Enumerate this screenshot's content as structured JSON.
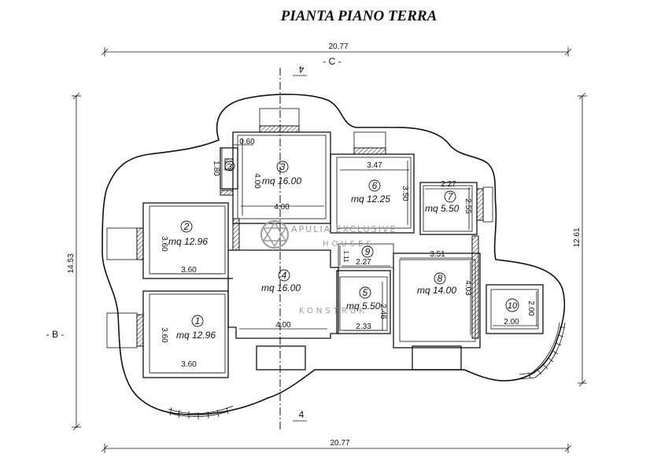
{
  "title": "PIANTA PIANO TERRA",
  "axis_labels": {
    "section_c": "- C -",
    "section_b": "- B -"
  },
  "overall_dimensions": {
    "top_width": "20.77",
    "bottom_width": "20.77",
    "left_height": "14.53",
    "right_height": "12.61"
  },
  "rooms": [
    {
      "number": "1",
      "area": "mq 12.96",
      "width": "3.60",
      "depth": "3.60"
    },
    {
      "number": "2",
      "area": "mq 12.96",
      "width": "3.60",
      "depth": "3.60"
    },
    {
      "number": "3",
      "area": "mq 16.00",
      "width": "4.00",
      "depth": "4.00"
    },
    {
      "number": "3",
      "width": "0.60",
      "depth": "1.80"
    },
    {
      "number": "4",
      "area": "mq 16.00",
      "width": "4.00"
    },
    {
      "number": "5",
      "area": "mq 5.50",
      "width": "2.33",
      "depth": "2.46"
    },
    {
      "number": "6",
      "area": "mq 12.25",
      "width": "3.47",
      "depth": "3.50"
    },
    {
      "number": "7",
      "area": "mq 5.50",
      "width": "2.27",
      "depth": "2.55"
    },
    {
      "number": "8",
      "area": "mq 14.00",
      "width": "3.51",
      "depth": "4.03"
    },
    {
      "number": "9",
      "width": "2.27",
      "depth": "1.11"
    },
    {
      "number": "10",
      "width": "2.00",
      "depth": "2.00"
    }
  ],
  "watermark": {
    "line1": "APULIA EXCLUSIVE",
    "line2": "HOUSES",
    "line3": "KONSTRUK"
  },
  "section_markers": {
    "top": "4",
    "bottom": "4"
  }
}
